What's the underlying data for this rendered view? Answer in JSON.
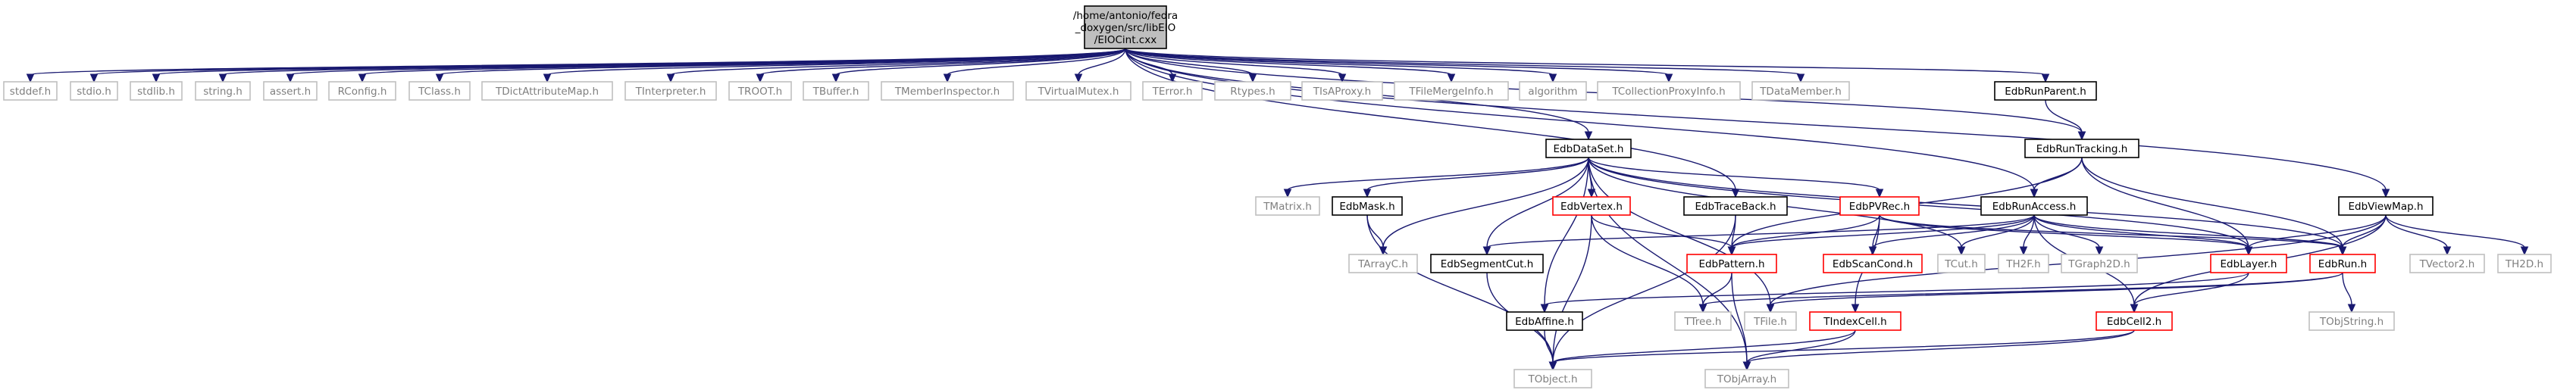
{
  "colors": {
    "edge": "#191970",
    "root_fill": "#bfbfbf",
    "root_border": "#000000",
    "local_border": "#000000",
    "system_border": "#bfbfbf",
    "system_text": "#7f7f7f",
    "incomplete_border": "#ff0000",
    "text": "#000000"
  },
  "legend": "",
  "nodes": [
    {
      "id": "root",
      "lines": [
        "/home/antonio/fedra",
        "_doxygen/src/libEIO",
        "/EIOCint.cxx"
      ],
      "kind": "root"
    },
    {
      "id": "stddef",
      "lines": [
        "stddef.h"
      ],
      "kind": "system"
    },
    {
      "id": "stdio",
      "lines": [
        "stdio.h"
      ],
      "kind": "system"
    },
    {
      "id": "stdlib",
      "lines": [
        "stdlib.h"
      ],
      "kind": "system"
    },
    {
      "id": "string",
      "lines": [
        "string.h"
      ],
      "kind": "system"
    },
    {
      "id": "assert",
      "lines": [
        "assert.h"
      ],
      "kind": "system"
    },
    {
      "id": "RConfig",
      "lines": [
        "RConfig.h"
      ],
      "kind": "system"
    },
    {
      "id": "TClass",
      "lines": [
        "TClass.h"
      ],
      "kind": "system"
    },
    {
      "id": "TDictAttributeMap",
      "lines": [
        "TDictAttributeMap.h"
      ],
      "kind": "system"
    },
    {
      "id": "TInterpreter",
      "lines": [
        "TInterpreter.h"
      ],
      "kind": "system"
    },
    {
      "id": "TROOT",
      "lines": [
        "TROOT.h"
      ],
      "kind": "system"
    },
    {
      "id": "TBuffer",
      "lines": [
        "TBuffer.h"
      ],
      "kind": "system"
    },
    {
      "id": "TMemberInspector",
      "lines": [
        "TMemberInspector.h"
      ],
      "kind": "system"
    },
    {
      "id": "TVirtualMutex",
      "lines": [
        "TVirtualMutex.h"
      ],
      "kind": "system"
    },
    {
      "id": "TError",
      "lines": [
        "TError.h"
      ],
      "kind": "system"
    },
    {
      "id": "Rtypes",
      "lines": [
        "Rtypes.h"
      ],
      "kind": "system"
    },
    {
      "id": "TIsAProxy",
      "lines": [
        "TIsAProxy.h"
      ],
      "kind": "system"
    },
    {
      "id": "TFileMergeInfo",
      "lines": [
        "TFileMergeInfo.h"
      ],
      "kind": "system"
    },
    {
      "id": "algorithm",
      "lines": [
        "algorithm"
      ],
      "kind": "system"
    },
    {
      "id": "TCollectionProxyInfo",
      "lines": [
        "TCollectionProxyInfo.h"
      ],
      "kind": "system"
    },
    {
      "id": "TDataMember",
      "lines": [
        "TDataMember.h"
      ],
      "kind": "system"
    },
    {
      "id": "EdbRunParent",
      "lines": [
        "EdbRunParent.h"
      ],
      "kind": "local"
    },
    {
      "id": "EdbDataSet",
      "lines": [
        "EdbDataSet.h"
      ],
      "kind": "local"
    },
    {
      "id": "EdbRunTracking",
      "lines": [
        "EdbRunTracking.h"
      ],
      "kind": "local"
    },
    {
      "id": "TMatrix",
      "lines": [
        "TMatrix.h"
      ],
      "kind": "system"
    },
    {
      "id": "EdbMask",
      "lines": [
        "EdbMask.h"
      ],
      "kind": "local"
    },
    {
      "id": "EdbVertex",
      "lines": [
        "EdbVertex.h"
      ],
      "kind": "incomplete"
    },
    {
      "id": "EdbTraceBack",
      "lines": [
        "EdbTraceBack.h"
      ],
      "kind": "local"
    },
    {
      "id": "EdbPVRec",
      "lines": [
        "EdbPVRec.h"
      ],
      "kind": "incomplete"
    },
    {
      "id": "EdbRunAccess",
      "lines": [
        "EdbRunAccess.h"
      ],
      "kind": "local"
    },
    {
      "id": "EdbViewMap",
      "lines": [
        "EdbViewMap.h"
      ],
      "kind": "local"
    },
    {
      "id": "TArrayC",
      "lines": [
        "TArrayC.h"
      ],
      "kind": "system"
    },
    {
      "id": "EdbSegmentCut",
      "lines": [
        "EdbSegmentCut.h"
      ],
      "kind": "local"
    },
    {
      "id": "EdbPattern",
      "lines": [
        "EdbPattern.h"
      ],
      "kind": "incomplete"
    },
    {
      "id": "EdbScanCond",
      "lines": [
        "EdbScanCond.h"
      ],
      "kind": "incomplete"
    },
    {
      "id": "TCut",
      "lines": [
        "TCut.h"
      ],
      "kind": "system"
    },
    {
      "id": "TH2F",
      "lines": [
        "TH2F.h"
      ],
      "kind": "system"
    },
    {
      "id": "TGraph2D",
      "lines": [
        "TGraph2D.h"
      ],
      "kind": "system"
    },
    {
      "id": "EdbLayer",
      "lines": [
        "EdbLayer.h"
      ],
      "kind": "incomplete"
    },
    {
      "id": "EdbRun",
      "lines": [
        "EdbRun.h"
      ],
      "kind": "incomplete"
    },
    {
      "id": "TVector2",
      "lines": [
        "TVector2.h"
      ],
      "kind": "system"
    },
    {
      "id": "TH2D",
      "lines": [
        "TH2D.h"
      ],
      "kind": "system"
    },
    {
      "id": "EdbAffine",
      "lines": [
        "EdbAffine.h"
      ],
      "kind": "local"
    },
    {
      "id": "TTree",
      "lines": [
        "TTree.h"
      ],
      "kind": "system"
    },
    {
      "id": "TFile",
      "lines": [
        "TFile.h"
      ],
      "kind": "system"
    },
    {
      "id": "TIndexCell",
      "lines": [
        "TIndexCell.h"
      ],
      "kind": "incomplete"
    },
    {
      "id": "EdbCell2",
      "lines": [
        "EdbCell2.h"
      ],
      "kind": "incomplete"
    },
    {
      "id": "TObjString",
      "lines": [
        "TObjString.h"
      ],
      "kind": "system"
    },
    {
      "id": "TObject",
      "lines": [
        "TObject.h"
      ],
      "kind": "system"
    },
    {
      "id": "TObjArray",
      "lines": [
        "TObjArray.h"
      ],
      "kind": "system"
    }
  ],
  "edges": [
    [
      "root",
      "stddef"
    ],
    [
      "root",
      "stdio"
    ],
    [
      "root",
      "stdlib"
    ],
    [
      "root",
      "string"
    ],
    [
      "root",
      "assert"
    ],
    [
      "root",
      "RConfig"
    ],
    [
      "root",
      "TClass"
    ],
    [
      "root",
      "TDictAttributeMap"
    ],
    [
      "root",
      "TInterpreter"
    ],
    [
      "root",
      "TROOT"
    ],
    [
      "root",
      "TBuffer"
    ],
    [
      "root",
      "TMemberInspector"
    ],
    [
      "root",
      "TVirtualMutex"
    ],
    [
      "root",
      "TError"
    ],
    [
      "root",
      "Rtypes"
    ],
    [
      "root",
      "TIsAProxy"
    ],
    [
      "root",
      "TFileMergeInfo"
    ],
    [
      "root",
      "algorithm"
    ],
    [
      "root",
      "TCollectionProxyInfo"
    ],
    [
      "root",
      "TDataMember"
    ],
    [
      "root",
      "EdbRunParent"
    ],
    [
      "root",
      "EdbDataSet"
    ],
    [
      "root",
      "EdbRunTracking"
    ],
    [
      "root",
      "EdbTraceBack"
    ],
    [
      "root",
      "EdbRunAccess"
    ],
    [
      "root",
      "EdbViewMap"
    ],
    [
      "EdbRunParent",
      "EdbRunTracking"
    ],
    [
      "EdbDataSet",
      "TMatrix"
    ],
    [
      "EdbDataSet",
      "EdbMask"
    ],
    [
      "EdbDataSet",
      "EdbVertex"
    ],
    [
      "EdbDataSet",
      "EdbPVRec"
    ],
    [
      "EdbDataSet",
      "TArrayC"
    ],
    [
      "EdbDataSet",
      "EdbSegmentCut"
    ],
    [
      "EdbDataSet",
      "TCut"
    ],
    [
      "EdbDataSet",
      "EdbLayer"
    ],
    [
      "EdbDataSet",
      "EdbRun"
    ],
    [
      "EdbDataSet",
      "EdbAffine"
    ],
    [
      "EdbDataSet",
      "TFile"
    ],
    [
      "EdbDataSet",
      "TObjArray"
    ],
    [
      "EdbRunTracking",
      "EdbPattern"
    ],
    [
      "EdbRunTracking",
      "EdbRunAccess"
    ],
    [
      "EdbRunTracking",
      "EdbLayer"
    ],
    [
      "EdbRunTracking",
      "EdbRun"
    ],
    [
      "EdbMask",
      "TArrayC"
    ],
    [
      "EdbMask",
      "TObject"
    ],
    [
      "EdbVertex",
      "EdbPattern"
    ],
    [
      "EdbVertex",
      "TTree"
    ],
    [
      "EdbVertex",
      "TObject"
    ],
    [
      "EdbTraceBack",
      "EdbPattern"
    ],
    [
      "EdbTraceBack",
      "TObject"
    ],
    [
      "EdbPVRec",
      "EdbPattern"
    ],
    [
      "EdbPVRec",
      "EdbScanCond"
    ],
    [
      "EdbPVRec",
      "TIndexCell"
    ],
    [
      "EdbPVRec",
      "EdbLayer"
    ],
    [
      "EdbPVRec",
      "EdbRun"
    ],
    [
      "EdbRunAccess",
      "EdbSegmentCut"
    ],
    [
      "EdbRunAccess",
      "EdbPattern"
    ],
    [
      "EdbRunAccess",
      "EdbScanCond"
    ],
    [
      "EdbRunAccess",
      "TCut"
    ],
    [
      "EdbRunAccess",
      "TH2F"
    ],
    [
      "EdbRunAccess",
      "TGraph2D"
    ],
    [
      "EdbRunAccess",
      "EdbLayer"
    ],
    [
      "EdbRunAccess",
      "EdbRun"
    ],
    [
      "EdbRunAccess",
      "EdbCell2"
    ],
    [
      "EdbViewMap",
      "EdbLayer"
    ],
    [
      "EdbViewMap",
      "EdbRun"
    ],
    [
      "EdbViewMap",
      "TVector2"
    ],
    [
      "EdbViewMap",
      "TH2D"
    ],
    [
      "EdbViewMap",
      "TFile"
    ],
    [
      "EdbViewMap",
      "EdbCell2"
    ],
    [
      "EdbSegmentCut",
      "TObject"
    ],
    [
      "EdbPattern",
      "TTree"
    ],
    [
      "EdbPattern",
      "TObjArray"
    ],
    [
      "EdbLayer",
      "EdbAffine"
    ],
    [
      "EdbLayer",
      "EdbCell2"
    ],
    [
      "EdbRun",
      "TFile"
    ],
    [
      "EdbRun",
      "TObjString"
    ],
    [
      "EdbRun",
      "TTree"
    ],
    [
      "EdbAffine",
      "TObject"
    ],
    [
      "TIndexCell",
      "TObject"
    ],
    [
      "TIndexCell",
      "TObjArray"
    ],
    [
      "EdbCell2",
      "TObject"
    ],
    [
      "EdbCell2",
      "TObjArray"
    ]
  ]
}
